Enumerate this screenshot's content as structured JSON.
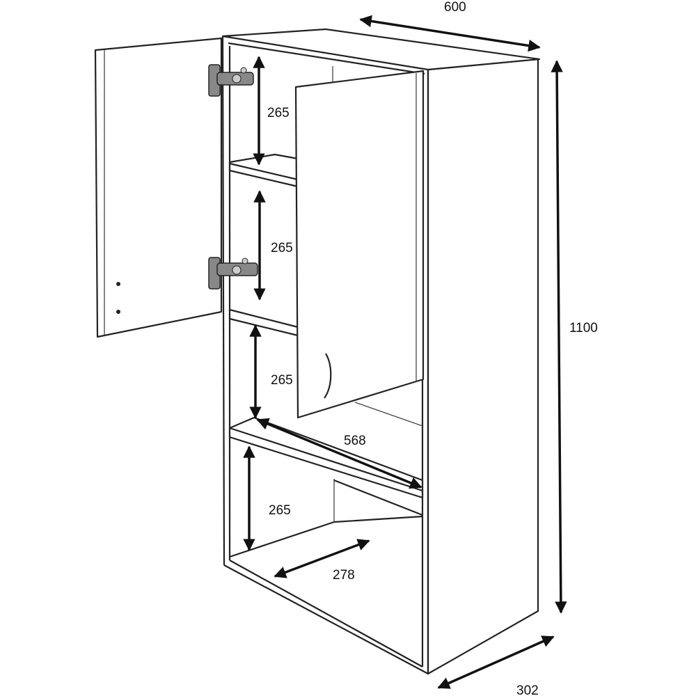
{
  "dimensions": {
    "width": "600",
    "height": "1100",
    "depth": "302",
    "shelf_1_height": "265",
    "shelf_2_height": "265",
    "shelf_3_height": "265",
    "shelf_4_height": "265",
    "inner_width": "568",
    "inner_depth": "278"
  }
}
